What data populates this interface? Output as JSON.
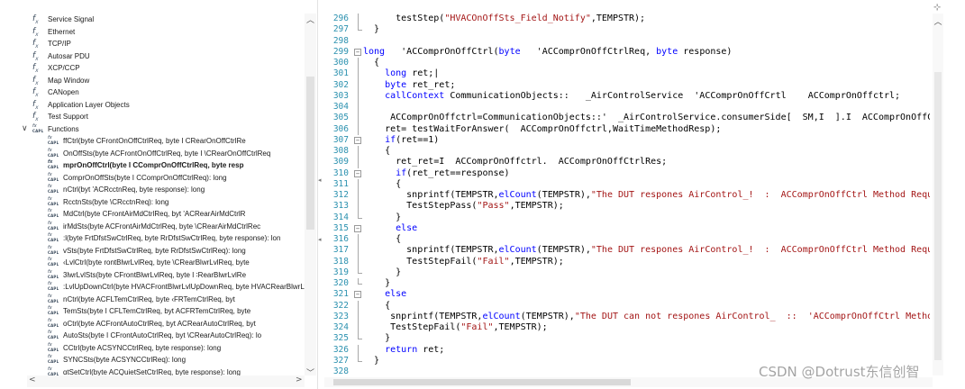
{
  "tree": {
    "items": [
      {
        "kind": "fx",
        "indent": 36,
        "label": "Service Signal"
      },
      {
        "kind": "fx",
        "indent": 36,
        "label": "Ethernet"
      },
      {
        "kind": "fx",
        "indent": 36,
        "label": "TCP/IP"
      },
      {
        "kind": "fx",
        "indent": 36,
        "label": "Autosar PDU"
      },
      {
        "kind": "fx",
        "indent": 36,
        "label": "XCP/CCP"
      },
      {
        "kind": "fx",
        "indent": 36,
        "label": "Map Window"
      },
      {
        "kind": "fx",
        "indent": 36,
        "label": "CANopen"
      },
      {
        "kind": "fx",
        "indent": 36,
        "label": "Application Layer Objects"
      },
      {
        "kind": "fx",
        "indent": 36,
        "label": "Test Support"
      },
      {
        "kind": "capl",
        "indent": 36,
        "label": "Functions",
        "chevron": "∨"
      },
      {
        "kind": "capl",
        "indent": 53,
        "label": "             ffCtrl(byte       CFrontOnOffCtrlReq, byte I       CRearOnOffCtrlRe"
      },
      {
        "kind": "capl",
        "indent": 53,
        "label": "             OnOffSts(byte      ACFrontOnOffCtrlReq, byte I      \\CRearOnOffCtrlReq"
      },
      {
        "kind": "capl",
        "indent": 53,
        "label": "             mprOnOffCtrl(byte I      ⁠CComprOnOffCtrlReq, byte resp",
        "selected": true
      },
      {
        "kind": "capl",
        "indent": 53,
        "label": "             ComprOnOffSts(byte I      CComprOnOffCtrlReq): long"
      },
      {
        "kind": "capl",
        "indent": 53,
        "label": "             nCtrl(byt      'ACRcctnReq, byte response): long"
      },
      {
        "kind": "capl",
        "indent": 53,
        "label": "             RcctnSts(byte      \\CRcctnReq): long"
      },
      {
        "kind": "capl",
        "indent": 53,
        "label": "             MdCtrl(byte      CFrontAirMdCtrlReq, byt      'ACRearAirMdCtrlR"
      },
      {
        "kind": "capl",
        "indent": 53,
        "label": "             irMdSts(byte      ACFrontAirMdCtrlReq, byte      \\CRearAirMdCtrlRec"
      },
      {
        "kind": "capl",
        "indent": 53,
        "label": "             :l(byte FrtDfstSwCtrlReq, byte RrDfstSwCtrlReq, byte response): lon"
      },
      {
        "kind": "capl",
        "indent": 53,
        "label": "             vSts(byte FrtDfstSwCtrlReq, byte RrDfstSwCtrlReq): long"
      },
      {
        "kind": "capl",
        "indent": 53,
        "label": "             ‹LvlCtrl(byte          rontBlwrLvlReq, byte     \\CRearBlwrLvlReq, byte"
      },
      {
        "kind": "capl",
        "indent": 53,
        "label": "             3lwrLvlSts(byte        CFrontBlwrLvlReq, byte I      ∶RearBlwrLvlRe"
      },
      {
        "kind": "capl",
        "indent": 53,
        "label": "             :LvlUpDownCtrl(byte HVACFrontBlwrLvlUpDownReq, byte HVACRearBlwrLvlU"
      },
      {
        "kind": "capl",
        "indent": 53,
        "label": "             nCtrl(byte       ACFLTemCtrlReq, byte      ‹FRTemCtrlReq, byt"
      },
      {
        "kind": "capl",
        "indent": 53,
        "label": "             TemSts(byte I      CFLTemCtrlReq, byt      ACFRTemCtrlReq, byte"
      },
      {
        "kind": "capl",
        "indent": 53,
        "label": "             oCtrl(byte      ACFrontAutoCtrlReq, byt      ACRearAutoCtrlReq, byt"
      },
      {
        "kind": "capl",
        "indent": 53,
        "label": "             AutoSts(byte I      CFrontAutoCtrlReq, byt      \\CRearAutoCtrlReq): lo"
      },
      {
        "kind": "capl",
        "indent": 53,
        "label": "             CCtrl(byte      ACSYNCCtrlReq, byte response): long"
      },
      {
        "kind": "capl",
        "indent": 53,
        "label": "             SYNCSts(byte      ACSYNCCtrlReq): long"
      },
      {
        "kind": "capl",
        "indent": 53,
        "label": "             ɑtSetCtrl(byte       ACQuietSetCtrlReq, byte response): long"
      }
    ],
    "scroll_up": "︿",
    "scroll_down": "﹀",
    "scroll_left": "<",
    "scroll_right": ">"
  },
  "splitter": {
    "grip_left": "◂",
    "grip_right": "◂"
  },
  "editor": {
    "lines": [
      {
        "n": "296",
        "fold": "guide",
        "tokens": [
          {
            "t": "      testStep(",
            "c": "plain"
          },
          {
            "t": "\"HVACOnOffSts_Field_Notify\"",
            "c": "str"
          },
          {
            "t": ",TEMPSTR);",
            "c": "plain"
          }
        ]
      },
      {
        "n": "297",
        "fold": "end",
        "tokens": [
          {
            "t": "  }",
            "c": "plain"
          }
        ]
      },
      {
        "n": "298",
        "fold": "",
        "tokens": []
      },
      {
        "n": "299",
        "fold": "box",
        "tokens": [
          {
            "t": "long",
            "c": "kw"
          },
          {
            "t": "   'ACComprOnOffCtrl(",
            "c": "plain"
          },
          {
            "t": "byte",
            "c": "kw"
          },
          {
            "t": "   'ACComprOnOffCtrlReq, ",
            "c": "plain"
          },
          {
            "t": "byte",
            "c": "kw"
          },
          {
            "t": " response)",
            "c": "plain"
          }
        ]
      },
      {
        "n": "300",
        "fold": "guide",
        "tokens": [
          {
            "t": "  {",
            "c": "plain"
          }
        ]
      },
      {
        "n": "301",
        "fold": "guide",
        "tokens": [
          {
            "t": "    ",
            "c": "plain"
          },
          {
            "t": "long",
            "c": "kw"
          },
          {
            "t": " ret;|",
            "c": "plain"
          }
        ]
      },
      {
        "n": "302",
        "fold": "guide",
        "tokens": [
          {
            "t": "    ",
            "c": "plain"
          },
          {
            "t": "byte",
            "c": "kw"
          },
          {
            "t": " ret_ret;",
            "c": "plain"
          }
        ]
      },
      {
        "n": "303",
        "fold": "guide",
        "tokens": [
          {
            "t": "    ",
            "c": "plain"
          },
          {
            "t": "callContext",
            "c": "kw"
          },
          {
            "t": " CommunicationObjects::   _AirControlService  'ACComprOnOffCrtl    ACComprOnOffctrl;",
            "c": "plain"
          }
        ]
      },
      {
        "n": "304",
        "fold": "guide",
        "tokens": []
      },
      {
        "n": "305",
        "fold": "guide",
        "tokens": [
          {
            "t": "     ACComprOnOffctrl=CommunicationObjects::'  _AirControlService.consumerSide[  SM,I  ].I  ACComprOnOffCtrl",
            "c": "plain"
          }
        ]
      },
      {
        "n": "306",
        "fold": "guide",
        "tokens": [
          {
            "t": "    ret= testWaitForAnswer(  ACComprOnOffctrl,WaitTimeMethodResp);",
            "c": "plain"
          }
        ]
      },
      {
        "n": "307",
        "fold": "box",
        "tokens": [
          {
            "t": "    ",
            "c": "plain"
          },
          {
            "t": "if",
            "c": "kw"
          },
          {
            "t": "(ret==1)",
            "c": "plain"
          }
        ]
      },
      {
        "n": "308",
        "fold": "guide",
        "tokens": [
          {
            "t": "    {",
            "c": "plain"
          }
        ]
      },
      {
        "n": "309",
        "fold": "guide",
        "tokens": [
          {
            "t": "      ret_ret=I  ACComprOnOffctrl.  ACComprOnOffCtrlRes;",
            "c": "plain"
          }
        ]
      },
      {
        "n": "310",
        "fold": "box",
        "tokens": [
          {
            "t": "      ",
            "c": "plain"
          },
          {
            "t": "if",
            "c": "kw"
          },
          {
            "t": "(ret_ret==response)",
            "c": "plain"
          }
        ]
      },
      {
        "n": "311",
        "fold": "guide",
        "tokens": [
          {
            "t": "      {",
            "c": "plain"
          }
        ]
      },
      {
        "n": "312",
        "fold": "guide",
        "tokens": [
          {
            "t": "        snprintf(TEMPSTR,",
            "c": "plain"
          },
          {
            "t": "elCount",
            "c": "kw"
          },
          {
            "t": "(TEMPSTR),",
            "c": "plain"
          },
          {
            "t": "\"The DUT respones AirControl_!  :  ACComprOnOffCtrl Method Requ",
            "c": "str"
          }
        ]
      },
      {
        "n": "313",
        "fold": "guide",
        "tokens": [
          {
            "t": "        TestStepPass(",
            "c": "plain"
          },
          {
            "t": "\"Pass\"",
            "c": "str"
          },
          {
            "t": ",TEMPSTR);",
            "c": "plain"
          }
        ]
      },
      {
        "n": "314",
        "fold": "end",
        "tokens": [
          {
            "t": "      }",
            "c": "plain"
          }
        ]
      },
      {
        "n": "315",
        "fold": "box",
        "tokens": [
          {
            "t": "      ",
            "c": "plain"
          },
          {
            "t": "else",
            "c": "kw"
          }
        ]
      },
      {
        "n": "316",
        "fold": "guide",
        "tokens": [
          {
            "t": "      {",
            "c": "plain"
          }
        ]
      },
      {
        "n": "317",
        "fold": "guide",
        "tokens": [
          {
            "t": "        snprintf(TEMPSTR,",
            "c": "plain"
          },
          {
            "t": "elCount",
            "c": "kw"
          },
          {
            "t": "(TEMPSTR),",
            "c": "plain"
          },
          {
            "t": "\"The DUT respones AirControl_!  :  ACComprOnOffCtrl Method Requ",
            "c": "str"
          }
        ]
      },
      {
        "n": "318",
        "fold": "guide",
        "tokens": [
          {
            "t": "        TestStepFail(",
            "c": "plain"
          },
          {
            "t": "\"Fail\"",
            "c": "str"
          },
          {
            "t": ",TEMPSTR);",
            "c": "plain"
          }
        ]
      },
      {
        "n": "319",
        "fold": "end",
        "tokens": [
          {
            "t": "      }",
            "c": "plain"
          }
        ]
      },
      {
        "n": "320",
        "fold": "end",
        "tokens": [
          {
            "t": "    }",
            "c": "plain"
          }
        ]
      },
      {
        "n": "321",
        "fold": "box",
        "tokens": [
          {
            "t": "    ",
            "c": "plain"
          },
          {
            "t": "else",
            "c": "kw"
          }
        ]
      },
      {
        "n": "322",
        "fold": "guide",
        "tokens": [
          {
            "t": "    {",
            "c": "plain"
          }
        ]
      },
      {
        "n": "323",
        "fold": "guide",
        "tokens": [
          {
            "t": "     snprintf(TEMPSTR,",
            "c": "plain"
          },
          {
            "t": "elCount",
            "c": "kw"
          },
          {
            "t": "(TEMPSTR),",
            "c": "plain"
          },
          {
            "t": "\"The DUT can not respones AirControl_  ::  'ACComprOnOffCtrl Metho",
            "c": "str"
          }
        ]
      },
      {
        "n": "324",
        "fold": "guide",
        "tokens": [
          {
            "t": "     TestStepFail(",
            "c": "plain"
          },
          {
            "t": "\"Fail\"",
            "c": "str"
          },
          {
            "t": ",TEMPSTR);",
            "c": "plain"
          }
        ]
      },
      {
        "n": "325",
        "fold": "end",
        "tokens": [
          {
            "t": "    }",
            "c": "plain"
          }
        ]
      },
      {
        "n": "326",
        "fold": "guide",
        "tokens": [
          {
            "t": "    ",
            "c": "plain"
          },
          {
            "t": "return",
            "c": "kw"
          },
          {
            "t": " ret;",
            "c": "plain"
          }
        ]
      },
      {
        "n": "327",
        "fold": "end",
        "tokens": [
          {
            "t": "  }",
            "c": "plain"
          }
        ]
      },
      {
        "n": "328",
        "fold": "",
        "tokens": []
      }
    ],
    "scroll_up": "︿",
    "split_marker": "⊹"
  },
  "colors": {
    "keyword": "#0000ff",
    "string": "#a31515",
    "line_number": "#2b91af"
  },
  "watermark": "CSDN @Dotrust东信创智"
}
